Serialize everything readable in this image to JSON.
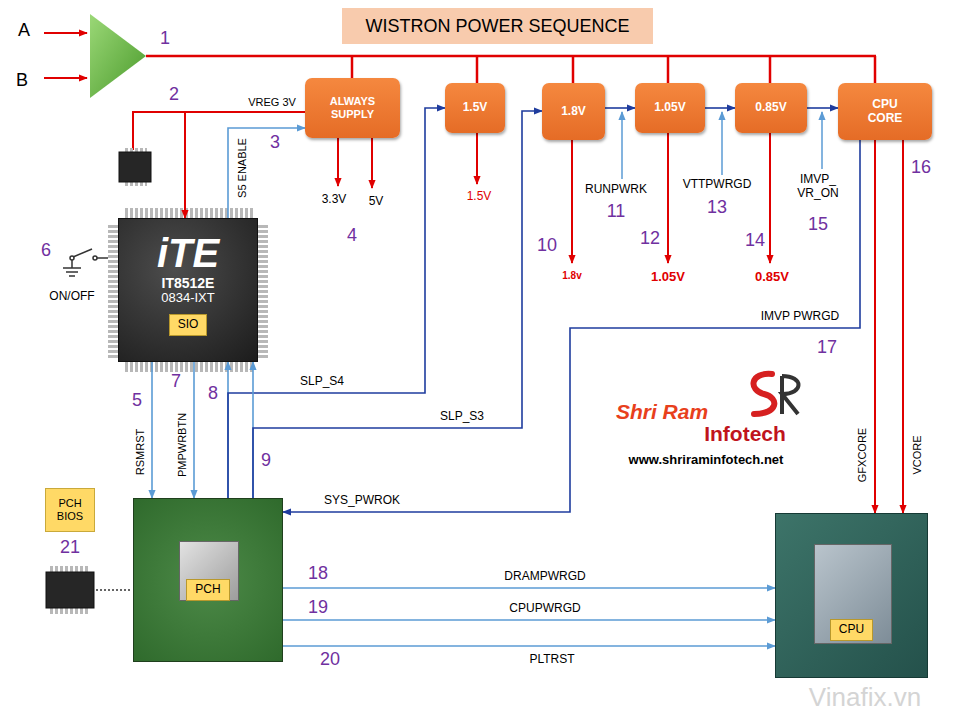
{
  "diagram": {
    "title": "WISTRON POWER SEQUENCE",
    "nodes": [
      {
        "text": [
          "ALWAYS SUPPLY"
        ]
      },
      {
        "text": [
          "1.5V"
        ]
      },
      {
        "text": [
          "1.8V"
        ]
      },
      {
        "text": [
          "1.05V"
        ]
      },
      {
        "text": [
          "0.85V"
        ]
      },
      {
        "text": [
          "CPU CORE"
        ]
      },
      {
        "text": [
          "iTE",
          "IT8512E",
          "0834-IXT",
          "SIO"
        ]
      },
      {
        "text": [
          "PCH BIOS"
        ]
      },
      {
        "text": [
          "PCH"
        ]
      },
      {
        "text": [
          "CPU"
        ]
      }
    ],
    "edges": [
      {
        "from": 0,
        "to": 6,
        "arrow": "to",
        "label": "VREG 3V"
      },
      {
        "from": 6,
        "to": 0,
        "arrow": "to",
        "label": "S5 ENABLE"
      },
      {
        "from": 6,
        "to": 8,
        "arrow": "to",
        "label": "RSMRST"
      },
      {
        "from": 6,
        "to": 8,
        "arrow": "to",
        "label": "PMPWRBTN"
      },
      {
        "from": 8,
        "to": 6,
        "arrow": "to"
      },
      {
        "from": 8,
        "to": 1,
        "arrow": "to",
        "label": "SLP_S4"
      },
      {
        "from": 8,
        "to": 6,
        "arrow": "to"
      },
      {
        "from": 8,
        "to": 2,
        "arrow": "to",
        "label": "SLP_S3"
      },
      {
        "from": 2,
        "to": 3,
        "arrow": "to"
      },
      {
        "from": 3,
        "to": 4,
        "arrow": "to"
      },
      {
        "from": 4,
        "to": 5,
        "arrow": "to"
      },
      {
        "from": 5,
        "to": 9,
        "arrow": "to",
        "label": "GFXCORE"
      },
      {
        "from": 5,
        "to": 9,
        "arrow": "to",
        "label": "VCORE"
      },
      {
        "from": 5,
        "to": 8,
        "arrow": "to",
        "label": "IMVP PWRGD"
      },
      {
        "from": 8,
        "to": 9,
        "arrow": "to",
        "label": "DRAMPWRGD"
      },
      {
        "from": 8,
        "to": 9,
        "arrow": "to",
        "label": "CPUPWRGD"
      },
      {
        "from": 8,
        "to": 9,
        "arrow": "to",
        "label": "PLTRST"
      }
    ],
    "labels": [
      "A",
      "B",
      "1",
      "2",
      "3",
      "3.3V",
      "5V",
      "4",
      "1.5V",
      "1.8v",
      "RUNPWRK",
      "1.05V",
      "VTTPWRGD",
      "0.85V",
      "IMVP_ VR_ON",
      "6",
      "ON/OFF",
      "5",
      "7",
      "8",
      "9",
      "10",
      "11",
      "12",
      "13",
      "14",
      "15",
      "16",
      "17",
      "SYS_PWROK",
      "Shri Ram",
      "Infotech",
      "www.shriraminfotech.net",
      "18",
      "19",
      "20",
      "21",
      "Vinafix.vn"
    ]
  }
}
